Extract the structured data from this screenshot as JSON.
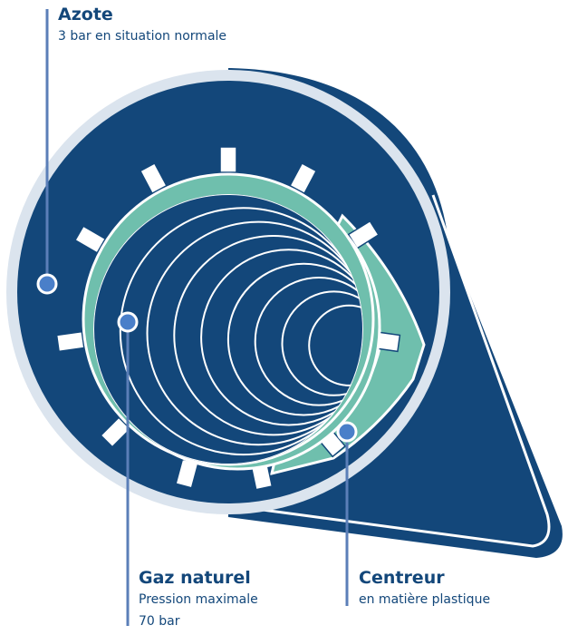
{
  "labels": {
    "azote": {
      "title": "Azote",
      "desc": "3 bar en situation normale"
    },
    "gaz_naturel": {
      "title": "Gaz naturel",
      "desc1": "Pression maximale",
      "desc2": "70 bar"
    },
    "centreur": {
      "title": "Centreur",
      "desc": "en matière plastique"
    }
  },
  "colors": {
    "navy": "#13477a",
    "outer_ring": "#dbe4ee",
    "teal": "#6fbfad",
    "pointer_blue": "#4a7fc9",
    "leader_line": "#5b7fb8",
    "white": "#ffffff"
  }
}
